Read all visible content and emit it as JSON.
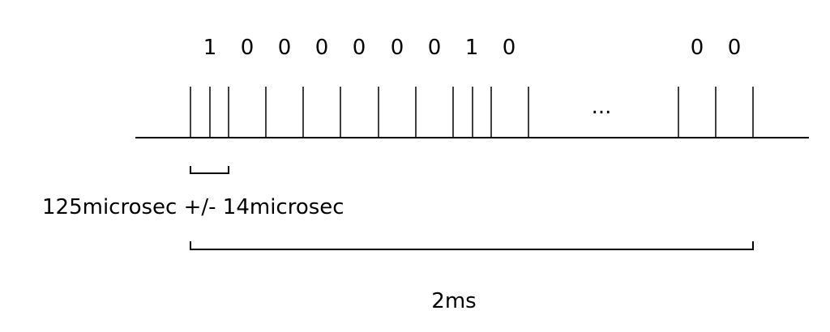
{
  "bits": [
    "1",
    "0",
    "0",
    "0",
    "0",
    "0",
    "0",
    "1",
    "0",
    "0",
    "0"
  ],
  "ellipsis": "...",
  "bit_period_label": "125microsec +/- 14microsec",
  "frame_duration_label": "2ms",
  "line_color": "#000000"
}
